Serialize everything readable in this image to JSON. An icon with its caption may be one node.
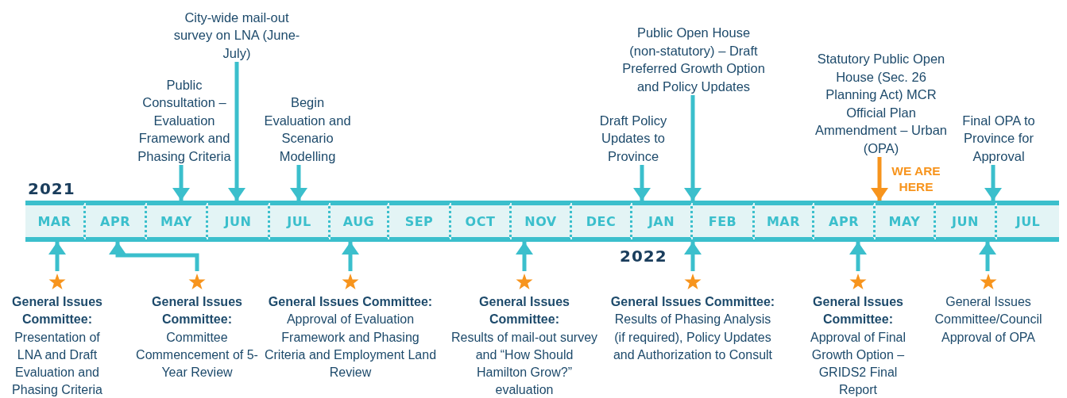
{
  "diagram": {
    "nodes": [
      {
        "text": [
          "MAR"
        ]
      },
      {
        "text": [
          "APR"
        ]
      },
      {
        "text": [
          "MAY"
        ]
      },
      {
        "text": [
          "JUN"
        ]
      },
      {
        "text": [
          "JUL"
        ]
      },
      {
        "text": [
          "AUG"
        ]
      },
      {
        "text": [
          "SEP"
        ]
      },
      {
        "text": [
          "OCT"
        ]
      },
      {
        "text": [
          "NOV"
        ]
      },
      {
        "text": [
          "DEC"
        ]
      },
      {
        "text": [
          "JAN"
        ]
      },
      {
        "text": [
          "FEB"
        ]
      },
      {
        "text": [
          "MAR"
        ]
      },
      {
        "text": [
          "APR"
        ]
      },
      {
        "text": [
          "MAY"
        ]
      },
      {
        "text": [
          "JUN"
        ]
      },
      {
        "text": [
          "JUL"
        ]
      },
      {
        "text": [
          "Public Consultation – Evaluation Framework and Phasing Criteria"
        ]
      },
      {
        "text": [
          "City-wide mail-out survey on LNA (June-July)"
        ]
      },
      {
        "text": [
          "Begin Evaluation and Scenario Modelling"
        ]
      },
      {
        "text": [
          "Draft Policy Updates to Province"
        ]
      },
      {
        "text": [
          "Public Open House (non-statutory) – Draft Preferred Growth Option and Policy Updates"
        ]
      },
      {
        "text": [
          "Statutory Public Open House (Sec. 26 Planning Act) MCR Official Plan Ammendment – Urban (OPA)"
        ]
      },
      {
        "text": [
          "Final OPA to Province for Approval"
        ]
      },
      {
        "text": [
          "General Issues Committee:",
          "Presentation of LNA and Draft Evaluation and Phasing Criteria"
        ]
      },
      {
        "text": [
          "General Issues Committee:",
          "Committee Commencement of 5-Year Review"
        ]
      },
      {
        "text": [
          "General Issues Committee:",
          "Approval of Evaluation Framework and Phasing Criteria and Employment Land Review"
        ]
      },
      {
        "text": [
          "General Issues Committee:",
          "Results of mail-out survey and “How Should Hamilton Grow?” evaluation"
        ]
      },
      {
        "text": [
          "General Issues Committee:",
          "Results of Phasing Analysis (if required), Policy Updates and Authorization to Consult"
        ]
      },
      {
        "text": [
          "General Issues Committee:",
          "Approval of Final Growth Option – GRIDS2 Final Report"
        ]
      },
      {
        "text": [
          "General Issues Committee/Council Approval of OPA"
        ]
      }
    ],
    "edges": [
      {
        "from": 17,
        "to": 2,
        "arrow": "to"
      },
      {
        "from": 18,
        "to": 3,
        "arrow": "to"
      },
      {
        "from": 19,
        "to": 4,
        "arrow": "to"
      },
      {
        "from": 20,
        "to": 10,
        "arrow": "to"
      },
      {
        "from": 21,
        "to": 11,
        "arrow": "to"
      },
      {
        "from": 22,
        "to": 14,
        "arrow": "to",
        "label": "WE ARE HERE",
        "color": "#f7941d"
      },
      {
        "from": 23,
        "to": 15,
        "arrow": "to"
      },
      {
        "from": 24,
        "to": 0,
        "arrow": "to"
      },
      {
        "from": 25,
        "to": 1,
        "arrow": "to"
      },
      {
        "from": 26,
        "to": 5,
        "arrow": "to"
      },
      {
        "from": 27,
        "to": 8,
        "arrow": "to"
      },
      {
        "from": 28,
        "to": 11,
        "arrow": "to"
      },
      {
        "from": 29,
        "to": 13,
        "arrow": "to"
      },
      {
        "from": 30,
        "to": 15,
        "arrow": "to"
      }
    ],
    "labels": [
      "2021",
      "2022"
    ]
  }
}
